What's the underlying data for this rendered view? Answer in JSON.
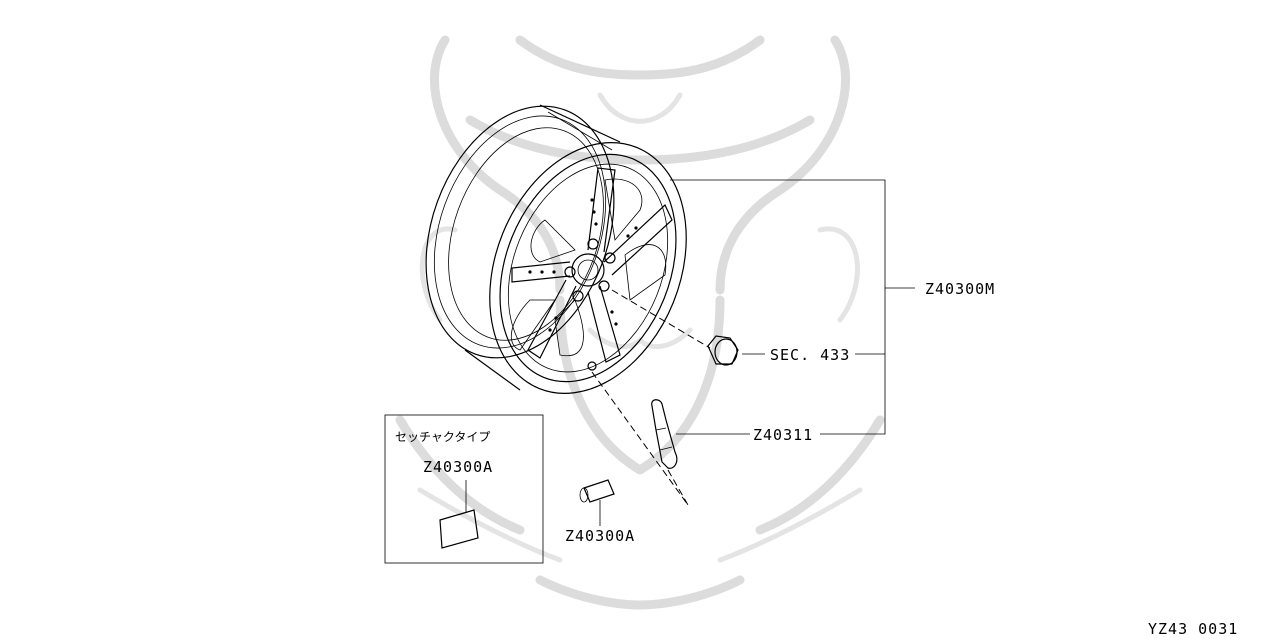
{
  "diagram": {
    "callouts": {
      "wheel_assembly": "Z40300M",
      "nut_reference": "SEC. 433",
      "valve": "Z40311",
      "weight_main": "Z40300A",
      "weight_box": "Z40300A"
    },
    "inset_box_title": "セッチャクタイプ",
    "figure_code": "YZ43  0031"
  }
}
